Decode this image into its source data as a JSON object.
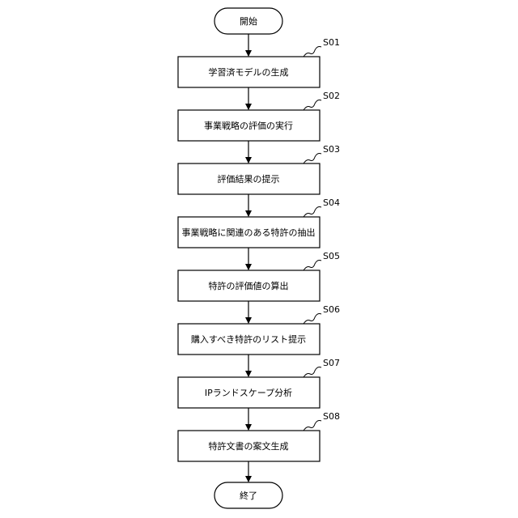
{
  "flowchart": {
    "start": "開始",
    "end": "終了",
    "steps": [
      {
        "id": "S01",
        "text": "学習済モデルの生成"
      },
      {
        "id": "S02",
        "text": "事業戦略の評価の実行"
      },
      {
        "id": "S03",
        "text": "評価結果の提示"
      },
      {
        "id": "S04",
        "text": "事業戦略に関連のある特許の抽出"
      },
      {
        "id": "S05",
        "text": "特許の評価値の算出"
      },
      {
        "id": "S06",
        "text": "購入すべき特許のリスト提示"
      },
      {
        "id": "S07",
        "text": "IPランドスケープ分析"
      },
      {
        "id": "S08",
        "text": "特許文書の案文生成"
      }
    ]
  },
  "colors": {
    "stroke": "#000000",
    "fill": "#ffffff",
    "text": "#000000"
  }
}
